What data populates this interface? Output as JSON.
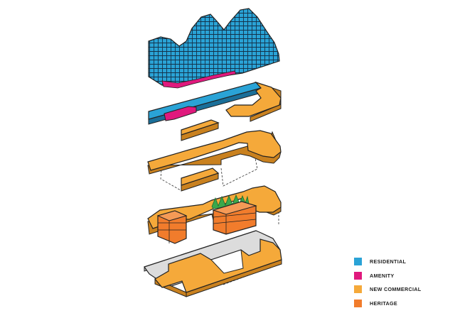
{
  "colors": {
    "residential": "#2aa3d6",
    "amenity": "#e0197d",
    "new_commercial": "#f5a93a",
    "heritage": "#f17c2c",
    "base_slab": "#dcdcdc",
    "outline": "#222222",
    "greenery": "#3aa84b"
  },
  "legend": [
    {
      "key": "residential",
      "label": "RESIDENTIAL",
      "color": "#2aa3d6"
    },
    {
      "key": "amenity",
      "label": "AMENITY",
      "color": "#e0197d"
    },
    {
      "key": "new_commercial",
      "label": "NEW COMMERCIAL",
      "color": "#f5a93a"
    },
    {
      "key": "heritage",
      "label": "HERITAGE",
      "color": "#f17c2c"
    }
  ],
  "layers": [
    {
      "name": "residential-massing",
      "use": "residential"
    },
    {
      "name": "amenity-podium-roof",
      "use": "amenity"
    },
    {
      "name": "upper-commercial-level",
      "use": "new_commercial"
    },
    {
      "name": "middle-commercial-level",
      "use": "new_commercial"
    },
    {
      "name": "lower-commercial-and-heritage-level",
      "use": "heritage"
    },
    {
      "name": "ground-level",
      "use": "new_commercial"
    }
  ]
}
